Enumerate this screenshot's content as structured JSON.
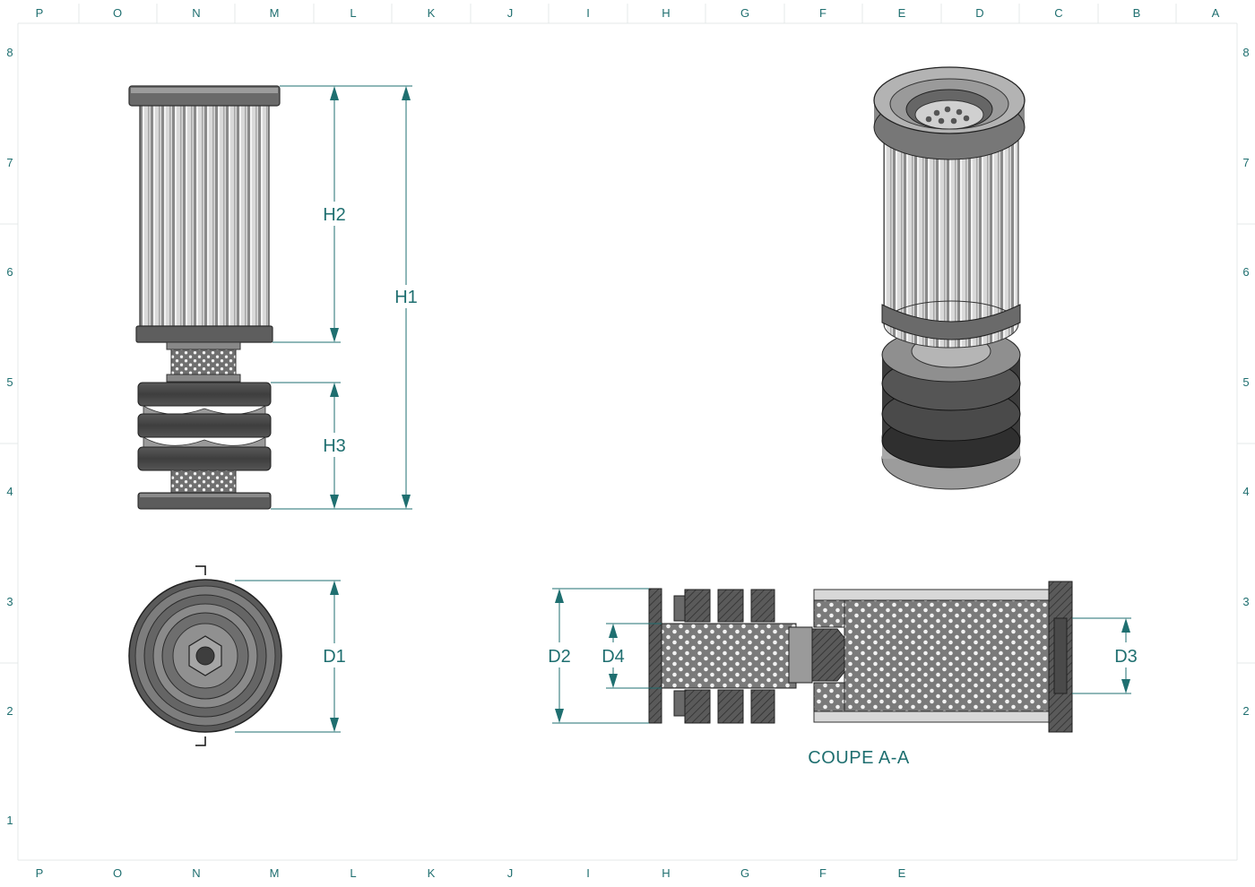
{
  "sheet": {
    "zones_top": [
      "P",
      "O",
      "N",
      "M",
      "L",
      "K",
      "J",
      "I",
      "H",
      "G",
      "F",
      "E",
      "D",
      "C",
      "B",
      "A"
    ],
    "zones_bottom": [
      "P",
      "O",
      "N",
      "M",
      "L",
      "K",
      "J",
      "I",
      "H",
      "G",
      "F",
      "E"
    ],
    "rows": [
      "8",
      "7",
      "6",
      "5",
      "4",
      "3",
      "2",
      "1"
    ],
    "accent_color": "#1f6f70"
  },
  "dimensions": {
    "h1": "H1",
    "h2": "H2",
    "h3": "H3",
    "d1": "D1",
    "d2": "D2",
    "d3": "D3",
    "d4": "D4"
  },
  "section": {
    "caption": "COUPE A-A"
  }
}
